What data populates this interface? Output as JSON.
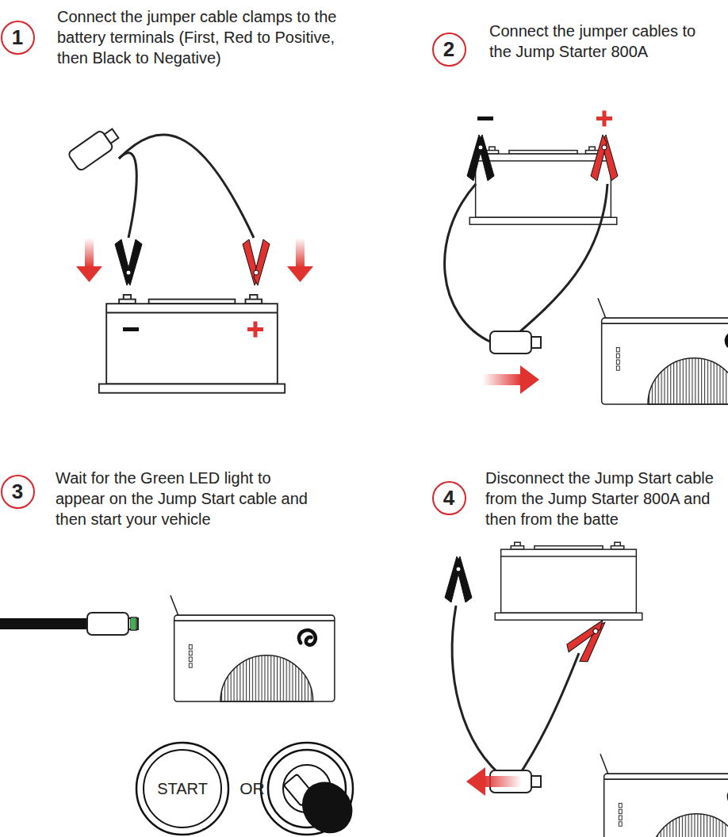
{
  "diagram": {
    "nodes": [
      {
        "text": [
          "1"
        ]
      },
      {
        "text": [
          "2"
        ]
      },
      {
        "text": [
          "3"
        ]
      },
      {
        "text": [
          "4"
        ]
      },
      {
        "text": [
          "START"
        ]
      }
    ],
    "labels": [
      "Connect the jumper cable clamps to the battery terminals (First, Red to Positive, then Black to Negative)",
      "Connect the jumper cables to the Jump Starter 800A",
      "Wait for the Green LED light to appear on the Jump Start cable and then start your vehicle",
      "Disconnect the Jump Start cable from the Jump Starter 800A and then from the batte",
      "OR"
    ]
  }
}
